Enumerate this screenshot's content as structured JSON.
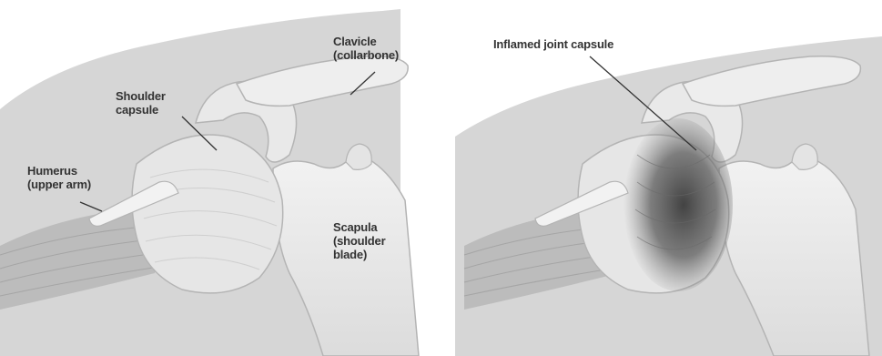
{
  "colors": {
    "bone": "#ececec",
    "bone_edge": "#b4b4b4",
    "background_tissue": "#d4d4d4",
    "muscle": "#bdbdbd",
    "inflammation": "#555555",
    "text": "#333333"
  },
  "diagrams": [
    {
      "panel": "normal",
      "labels": {
        "clavicle": [
          "Clavicle",
          "(collarbone)"
        ],
        "capsule": [
          "Shoulder",
          "capsule"
        ],
        "humerus": [
          "Humerus",
          "(upper arm)"
        ],
        "scapula": [
          "Scapula",
          "(shoulder",
          "blade)"
        ]
      }
    },
    {
      "panel": "inflamed",
      "labels": {
        "inflamed_capsule": "Inflamed joint capsule"
      }
    }
  ]
}
